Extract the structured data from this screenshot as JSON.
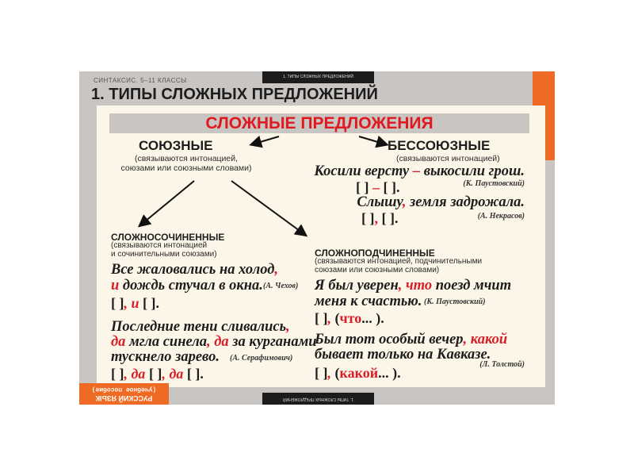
{
  "colors": {
    "frame": "#c9c5c3",
    "panel": "#fbf6e7",
    "accent_red": "#d81e2a",
    "orange": "#ef6a22",
    "tab": "#1c1c1c"
  },
  "header": {
    "subject": "СИНТАКСИС. 5–11 КЛАССЫ",
    "title": "1. ТИПЫ СЛОЖНЫХ ПРЕДЛОЖЕНИЙ",
    "tab_top": "1. ТИПЫ СЛОЖНЫХ ПРЕДЛОЖЕНИЙ",
    "tab_bottom": "1. ТИПЫ СЛОЖНЫХ ПРЕДЛОЖЕНИЙ"
  },
  "footer": {
    "subject": "РУССКИЙ ЯЗЫК",
    "note": "(учебное пособие)"
  },
  "main_title": "СЛОЖНЫЕ ПРЕДЛОЖЕНИЯ",
  "soyuznye": {
    "heading": "СОЮЗНЫЕ",
    "desc": [
      "(связываются интонацией,",
      "союзами или союзными словами)"
    ]
  },
  "bessoyuznye": {
    "heading": "БЕССОЮЗНЫЕ",
    "desc": "(связываются интонацией)",
    "ex1": {
      "a": "Косили версту ",
      "sep": "–",
      "b": " выкосили грош.",
      "scheme_a": "[    ] ",
      "scheme_sep": "–",
      "scheme_b": " [    ].",
      "author": "(К. Паустовский)"
    },
    "ex2": {
      "a": "Слышу",
      "sep": ",",
      "b": " земля задрожала.",
      "scheme_a": "[    ]",
      "scheme_sep": ",",
      "scheme_b": " [    ].",
      "author": "(А. Некрасов)"
    }
  },
  "slozhnosochinennye": {
    "heading": "СЛОЖНОСОЧИНЕННЫЕ",
    "desc": [
      "(связываются интонацией",
      "и сочинительными союзами)"
    ],
    "ex1": {
      "l1": "Все жаловались  на холод",
      "l1_sep": ",",
      "l2_conj": "и",
      "l2": " дождь стучал в окна.",
      "author": "(А. Чехов)",
      "scheme_a": "[    ]",
      "scheme_sep": ",  и",
      "scheme_b": "  [    ]."
    },
    "ex2": {
      "l1": "Последние тени сливались",
      "l1_sep": ",",
      "l2_conj": "да",
      "l2_mid": " мгла синела",
      "l2_sep": ", да",
      "l2_end": " за курганами",
      "l3": "тускнело зарево.",
      "author": "(А. Серафимович)",
      "scheme_a": "[    ]",
      "scheme_sep1": ", да",
      "scheme_mid": "  [    ]",
      "scheme_sep2": ", да",
      "scheme_b": "  [    ]."
    }
  },
  "slozhnopodchinennye": {
    "heading": "СЛОЖНОПОДЧИНЕННЫЕ",
    "desc": [
      "(связываются интонацией, подчинительными",
      "союзами или союзными словами)"
    ],
    "ex1": {
      "l1": "Я был уверен",
      "l1_sep": ", что",
      "l1_end": " поезд мчит",
      "l2": "меня к счастью.",
      "author": "(К. Паустовский)",
      "scheme_a": "[    ]",
      "scheme_sep": ",",
      "scheme_open": "  (",
      "scheme_word": "что",
      "scheme_close": "... )."
    },
    "ex2": {
      "l1": "Был тот особый вечер",
      "l1_sep": ", какой",
      "l2": "бывает только на Кавказе.",
      "author": "(Л. Толстой)",
      "scheme_a": "[    ]",
      "scheme_sep": ",",
      "scheme_open": "  (",
      "scheme_word": "какой",
      "scheme_close": "... )."
    }
  }
}
